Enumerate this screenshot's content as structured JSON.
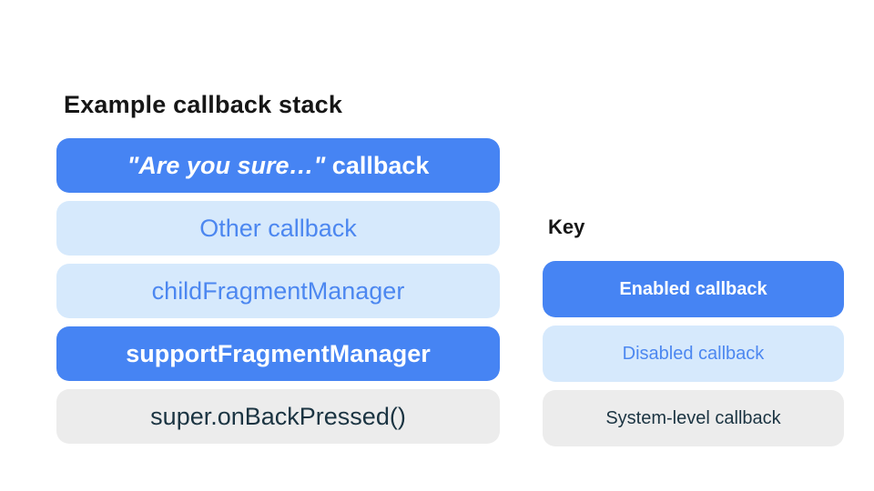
{
  "title": "Example callback stack",
  "stack": {
    "items": [
      {
        "quoted": "\"Are you sure…\"",
        "rest": " callback",
        "state": "enabled"
      },
      {
        "text": "Other callback",
        "state": "disabled"
      },
      {
        "text": "childFragmentManager",
        "state": "disabled"
      },
      {
        "text": "supportFragmentManager",
        "state": "enabled"
      },
      {
        "text": "super.onBackPressed()",
        "state": "system"
      }
    ]
  },
  "key": {
    "label": "Key",
    "items": [
      {
        "text": "Enabled callback",
        "state": "enabled"
      },
      {
        "text": "Disabled callback",
        "state": "disabled"
      },
      {
        "text": "System-level callback",
        "state": "system"
      }
    ]
  },
  "colors": {
    "enabled_bg": "#4684F3",
    "enabled_text": "#FFFFFF",
    "disabled_bg": "#D6E9FC",
    "disabled_text": "#4C87F0",
    "system_bg": "#ECECEC",
    "system_text": "#1B3442",
    "heading_text": "#161616",
    "background": "#FFFFFF"
  }
}
